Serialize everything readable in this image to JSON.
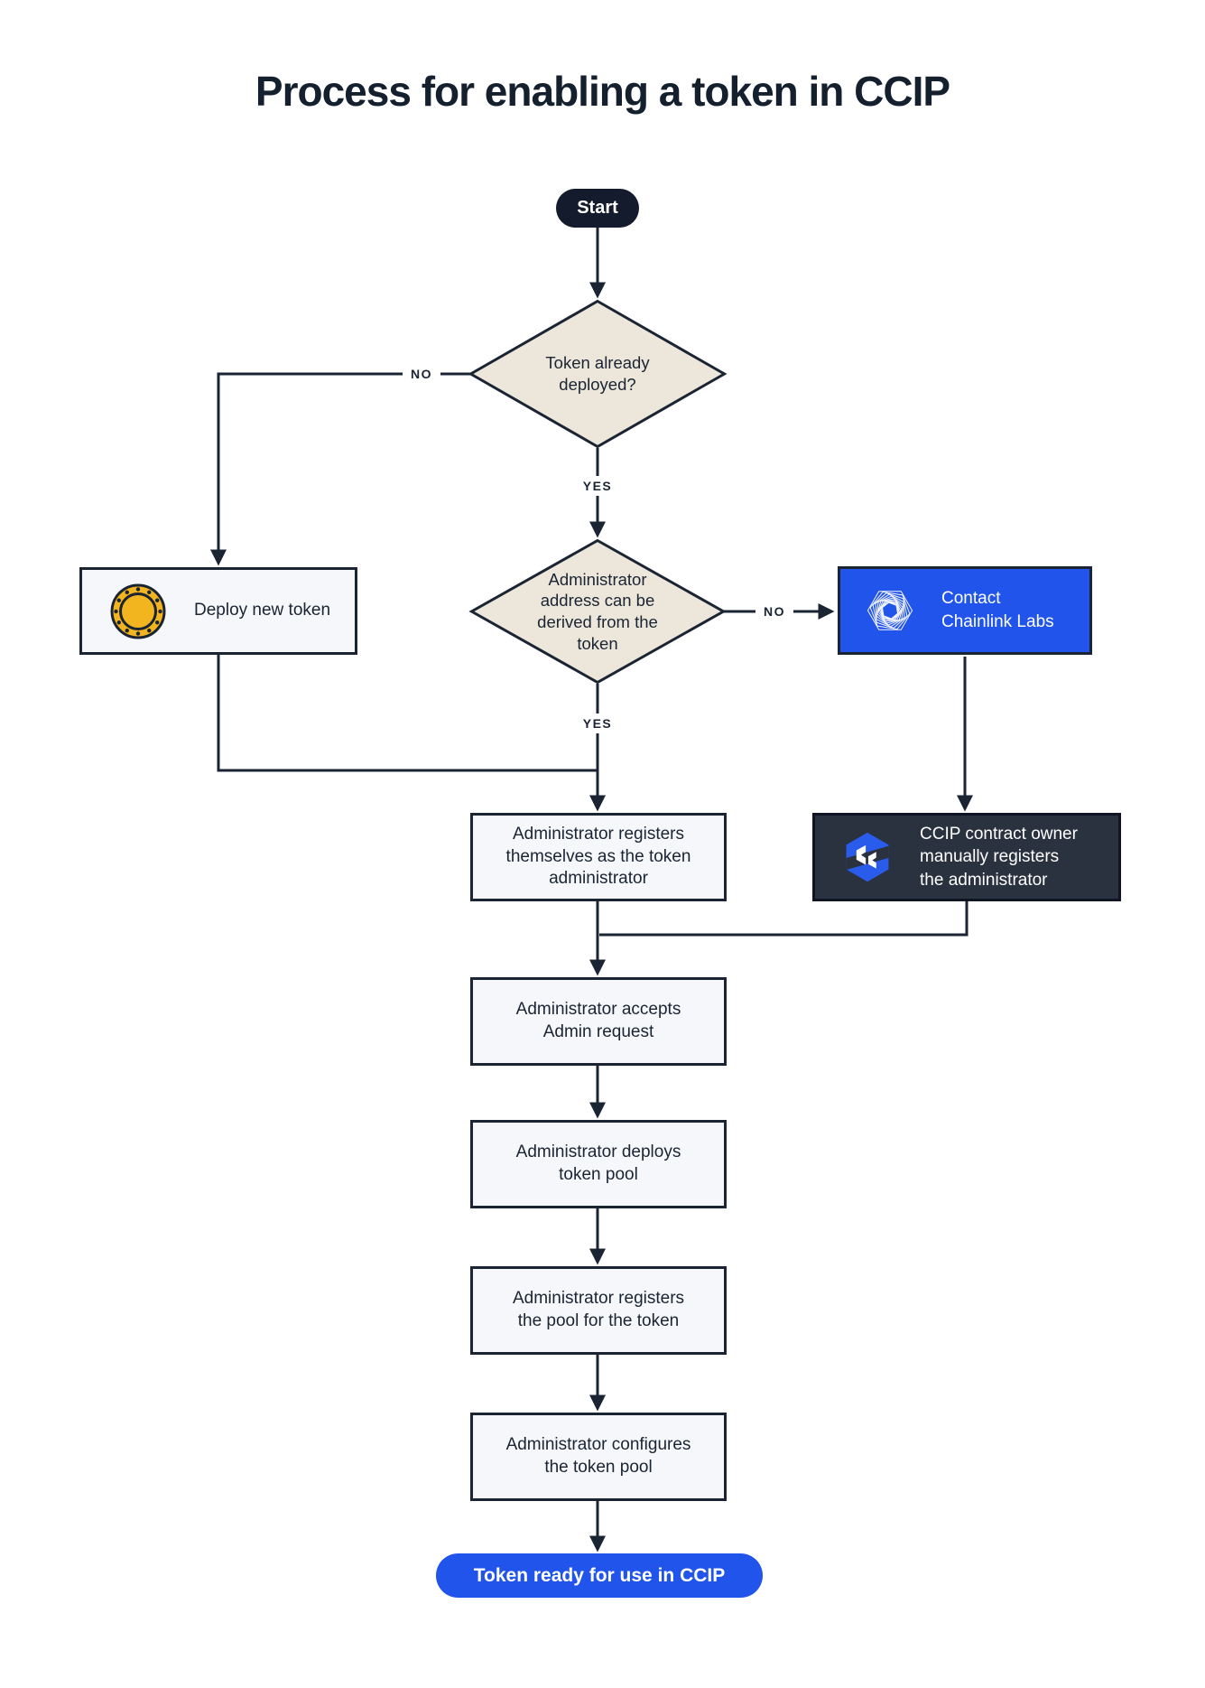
{
  "title": "Process for enabling a token in CCIP",
  "colors": {
    "ink": "#1A2433",
    "diamond_beige": "#EDE7DB",
    "box_light": "#F5F7FB",
    "accent_blue": "#2154EB",
    "dark_box": "#2A3240",
    "start_pill": "#131B2C",
    "coin_gold": "#F3B51F"
  },
  "nodes": {
    "start": {
      "label": "Start"
    },
    "decision_deployed": {
      "label": "Token already\ndeployed?"
    },
    "deploy_new_token": {
      "label": "Deploy new token",
      "icon": "coin-icon"
    },
    "decision_derived": {
      "label": "Administrator\naddress can be\nderived from the\ntoken"
    },
    "contact_chainlink": {
      "label": "Contact\nChainlink Labs",
      "icon": "chainlink-labs-icon"
    },
    "register_self": {
      "label": "Administrator registers\nthemselves as the token\nadministrator"
    },
    "manual_register": {
      "label": "CCIP contract owner\nmanually registers\nthe administrator",
      "icon": "ccip-icon"
    },
    "accept_request": {
      "label": "Administrator accepts\nAdmin request"
    },
    "deploy_pool": {
      "label": "Administrator deploys\ntoken pool"
    },
    "register_pool": {
      "label": "Administrator registers\nthe pool for the token"
    },
    "configure_pool": {
      "label": "Administrator configures\nthe token pool"
    },
    "token_ready": {
      "label": "Token ready for use in CCIP"
    }
  },
  "edge_labels": {
    "no_deployed": "NO",
    "yes_deployed": "YES",
    "no_derived": "NO",
    "yes_derived": "YES"
  }
}
